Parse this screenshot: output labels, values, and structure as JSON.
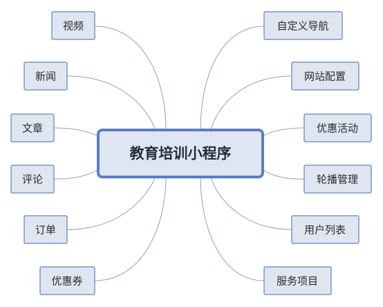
{
  "center": {
    "label": "教育培训小程序"
  },
  "left_branches": [
    {
      "id": "video",
      "label": "视频"
    },
    {
      "id": "news",
      "label": "新闻"
    },
    {
      "id": "article",
      "label": "文章"
    },
    {
      "id": "comment",
      "label": "评论"
    },
    {
      "id": "order",
      "label": "订单"
    },
    {
      "id": "coupon",
      "label": "优惠券"
    }
  ],
  "right_branches": [
    {
      "id": "custom-nav",
      "label": "自定义导航"
    },
    {
      "id": "site-config",
      "label": "网站配置"
    },
    {
      "id": "promotion",
      "label": "优惠活动"
    },
    {
      "id": "carousel",
      "label": "轮播管理"
    },
    {
      "id": "user-list",
      "label": "用户列表"
    },
    {
      "id": "service-items",
      "label": "服务项目"
    }
  ],
  "colors": {
    "node_fill": "#dfe6f2",
    "node_border": "#7c95c2",
    "center_border": "#5a7ec0",
    "edge": "#8aa0c8"
  }
}
